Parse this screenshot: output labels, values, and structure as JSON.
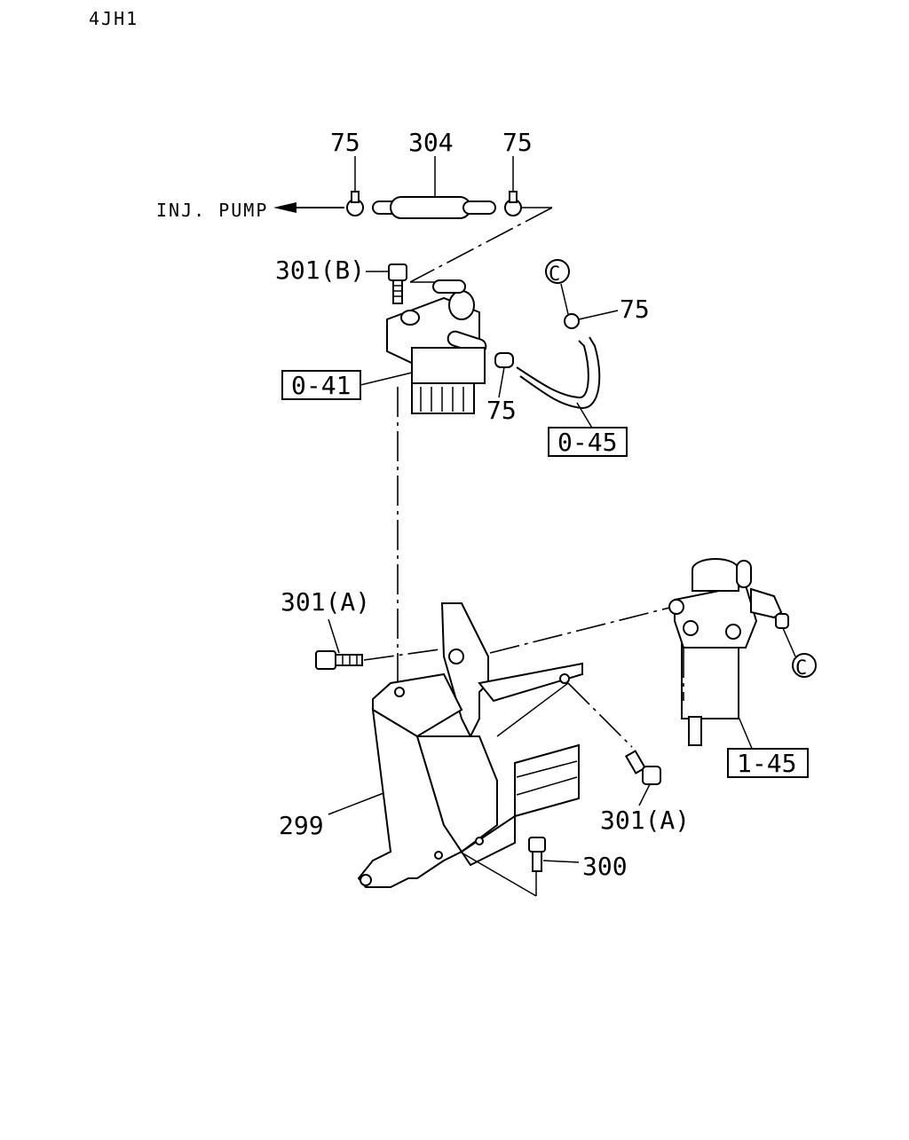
{
  "model_code": "4JH1",
  "annotation": "INJ. PUMP",
  "callouts": {
    "c75_top_left": "75",
    "c304": "304",
    "c75_top_right": "75",
    "c301b": "301(B)",
    "c_connector_top": "C",
    "c75_clip_right": "75",
    "c75_clip_lower": "75",
    "c301a_left": "301(A)",
    "c299": "299",
    "c301a_right": "301(A)",
    "c300": "300",
    "c_connector_right": "C"
  },
  "references": {
    "ref_041": "0-41",
    "ref_045_top": "0-45",
    "ref_145": "1-45"
  }
}
